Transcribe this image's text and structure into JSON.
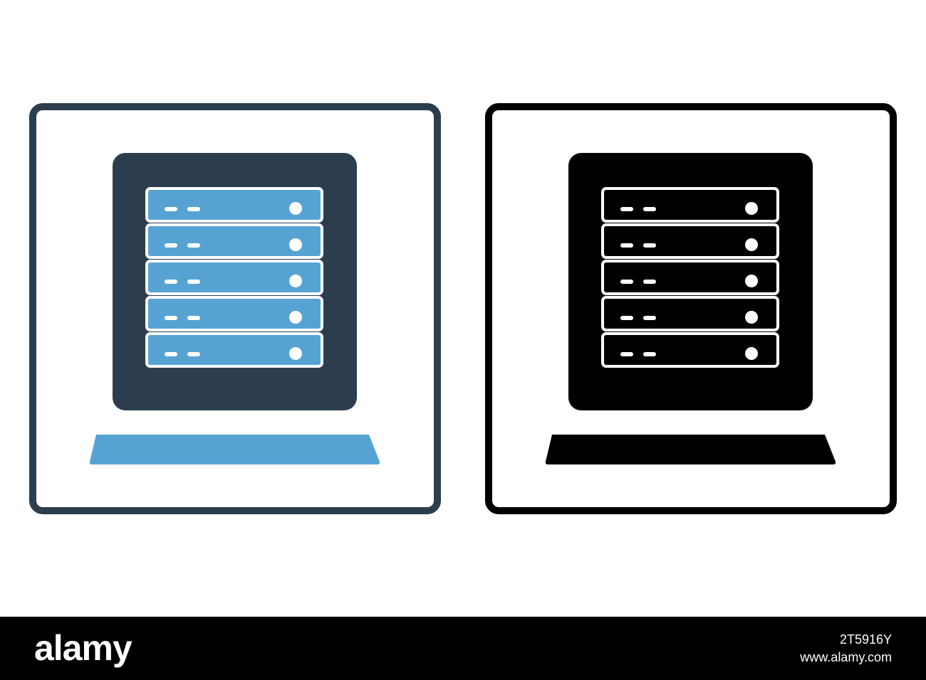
{
  "icons": [
    {
      "name": "server-rack-icon",
      "style": "glyph-colored",
      "colors": {
        "frame": "#2c3e4e",
        "cabinet": "#2c3e4e",
        "units": "#56a3d3",
        "base": "#56a3d3",
        "details": "#ffffff"
      },
      "rack_units": 5
    },
    {
      "name": "server-rack-icon",
      "style": "glyph-mono",
      "colors": {
        "frame": "#000000",
        "cabinet": "#000000",
        "units": "#000000",
        "base": "#000000",
        "details": "#ffffff"
      },
      "rack_units": 5
    }
  ],
  "footer": {
    "logo": "alamy",
    "image_id": "2T5916Y",
    "site": "www.alamy.com",
    "background": "#000000",
    "text_color": "#ffffff"
  }
}
